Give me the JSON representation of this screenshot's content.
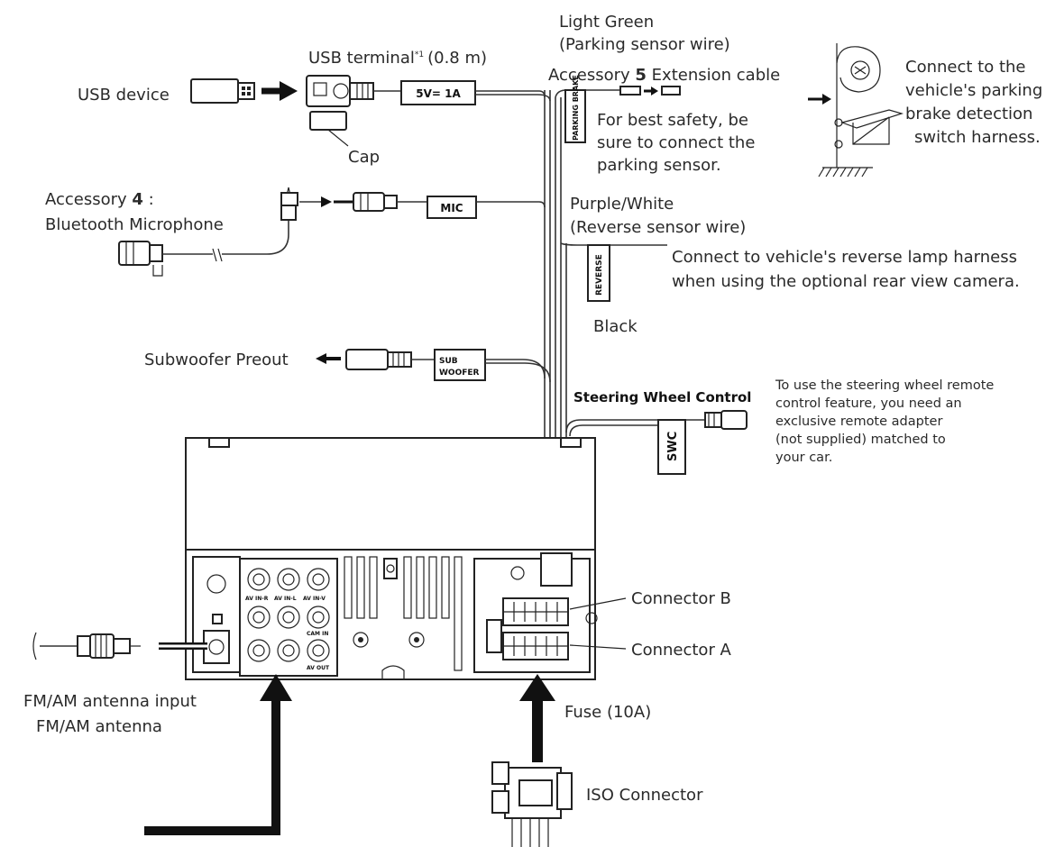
{
  "labels": {
    "usb_device": "USB device",
    "usb_terminal": "USB terminal",
    "usb_terminal_note": "*1",
    "usb_terminal_length": "(0.8 m)",
    "cap": "Cap",
    "usb_rating": "5V= 1A",
    "light_green": "Light Green",
    "parking_sensor_wire": "(Parking sensor wire)",
    "accessory5_prefix": "Accessory ",
    "accessory5_num": "5",
    "accessory5_suffix": " Extension cable",
    "parking_brake_tag": "PARKING BRAKE",
    "best_safety_1": "For best safety, be",
    "best_safety_2": "sure to connect the",
    "best_safety_3": "parking sensor.",
    "parking_brake_conn_1": "Connect to the",
    "parking_brake_conn_2": "vehicle's parking",
    "parking_brake_conn_3": "brake detection",
    "parking_brake_conn_4": "switch harness.",
    "accessory4_prefix": "Accessory ",
    "accessory4_num": "4",
    "accessory4_suffix": " :",
    "bluetooth_mic": "Bluetooth Microphone",
    "mic_tag": "MIC",
    "purple_white": "Purple/White",
    "reverse_sensor_wire": "(Reverse sensor wire)",
    "reverse_conn_1": "Connect to vehicle's reverse lamp harness",
    "reverse_conn_2": "when using the optional rear view camera.",
    "reverse_tag": "REVERSE",
    "black": "Black",
    "subwoofer_preout": "Subwoofer Preout",
    "sub_tag_1": "SUB",
    "sub_tag_2": "WOOFER",
    "steering_wheel_control": "Steering Wheel Control",
    "swc_tag": "SWC",
    "swc_note_1": "To use the steering wheel remote",
    "swc_note_2": "control feature, you need an",
    "swc_note_3": "exclusive remote adapter",
    "swc_note_4": "(not supplied) matched to",
    "swc_note_5": "your car.",
    "connector_b": "Connector B",
    "connector_a": "Connector A",
    "fm_am_input": "FM/AM antenna input",
    "fm_am_antenna": "FM/AM antenna",
    "fuse": "Fuse (10A)",
    "iso_connector": "ISO Connector",
    "av_in_r": "AV IN-R",
    "av_in_l": "AV IN-L",
    "av_in_v": "AV IN-V",
    "cam_in": "CAM IN",
    "av_out": "AV OUT"
  },
  "colors": {
    "line": "#222222",
    "text": "#2a2a2a",
    "background": "#ffffff"
  }
}
